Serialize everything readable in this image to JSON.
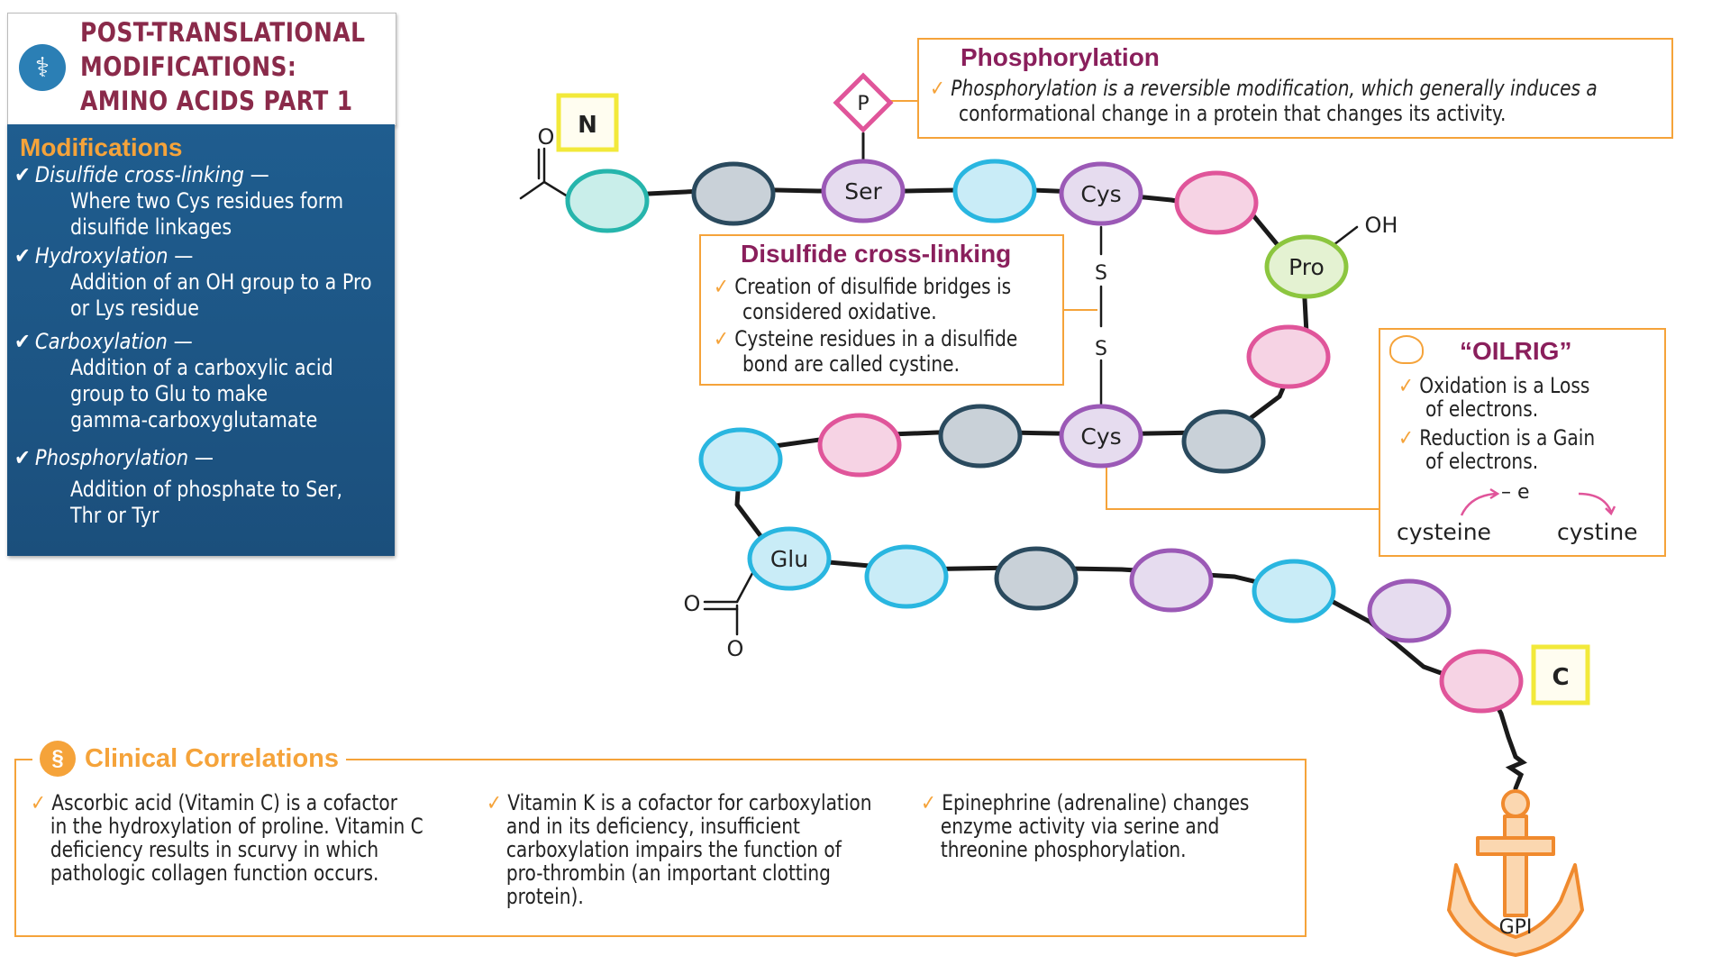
{
  "title": {
    "lines": [
      "POST-TRANSLATIONAL",
      "MODIFICATIONS:",
      "AMINO ACIDS PART 1"
    ]
  },
  "modifications_panel": {
    "heading": "Modifications",
    "items": [
      {
        "name": "Disulfide cross-linking",
        "dash": "—",
        "desc": [
          "Where two Cys residues form",
          "disulfide linkages"
        ]
      },
      {
        "name": "Hydroxylation",
        "dash": "—",
        "desc": [
          "Addition of an OH group to a Pro",
          "or Lys residue"
        ]
      },
      {
        "name": "Carboxylation",
        "dash": "—",
        "desc": [
          "Addition of a carboxylic acid",
          "group to Glu to make",
          "gamma-carboxyglutamate"
        ]
      },
      {
        "name": "Phosphorylation",
        "dash": "—",
        "desc": [
          "Addition of phosphate to Ser,",
          "Thr or Tyr"
        ]
      }
    ]
  },
  "phosphorylation_box": {
    "title": "Phosphorylation",
    "lines": [
      "Phosphorylation is a reversible modification, which generally induces a",
      "conformational change in a protein that changes its activity."
    ]
  },
  "disulfide_box": {
    "title": "Disulfide cross-linking",
    "bullets": [
      [
        "Creation of disulfide bridges is",
        "considered oxidative."
      ],
      [
        "Cysteine residues in a disulfide",
        "bond are called cystine."
      ]
    ]
  },
  "oilrig_box": {
    "title": "“OILRIG”",
    "bullets": [
      [
        "Oxidation is a Loss",
        "of electrons."
      ],
      [
        "Reduction is a Gain",
        "of electrons."
      ]
    ],
    "reaction": {
      "left": "cysteine",
      "middle": "– e",
      "right": "cystine"
    }
  },
  "protein_chain": {
    "n_terminus": "N",
    "c_terminus": "C",
    "phosphate": "P",
    "residues": {
      "ser": "Ser",
      "cys_top": "Cys",
      "cys_bottom": "Cys",
      "pro": "Pro",
      "glu": "Glu"
    },
    "bridge": [
      "S",
      "S"
    ],
    "oh_group": "OH",
    "oxygens": {
      "n_top": "O",
      "glu_left": "O",
      "glu_bottom": "O"
    },
    "anchor_label": "GPI"
  },
  "clinical": {
    "heading": "Clinical Correlations",
    "columns": [
      [
        "Ascorbic acid (Vitamin C) is a cofactor",
        "in the hydroxylation of proline. Vitamin C",
        "deficiency results in scurvy in which",
        "pathologic collagen function occurs."
      ],
      [
        "Vitamin K is a cofactor for carboxylation",
        "and in its deficiency, insufficient",
        "carboxylation impairs the function of",
        "pro-thrombin (an important clotting",
        "protein)."
      ],
      [
        "Epinephrine (adrenaline) changes",
        "enzyme activity via serine and",
        "threonine phosphorylation."
      ]
    ]
  },
  "colors": {
    "accent_orange": "#f5a33a",
    "title_maroon": "#8a2a4a",
    "panel_blue": "#1f5d8f",
    "callout_title": "#8a1f5c",
    "teal": "#26b5ac",
    "dark_slate": "#2a4a5e",
    "purple": "#9b59b6",
    "sky_blue": "#29b6e0",
    "pink": "#e0559a",
    "green": "#8cc63f",
    "yellow": "#f2e93a"
  }
}
